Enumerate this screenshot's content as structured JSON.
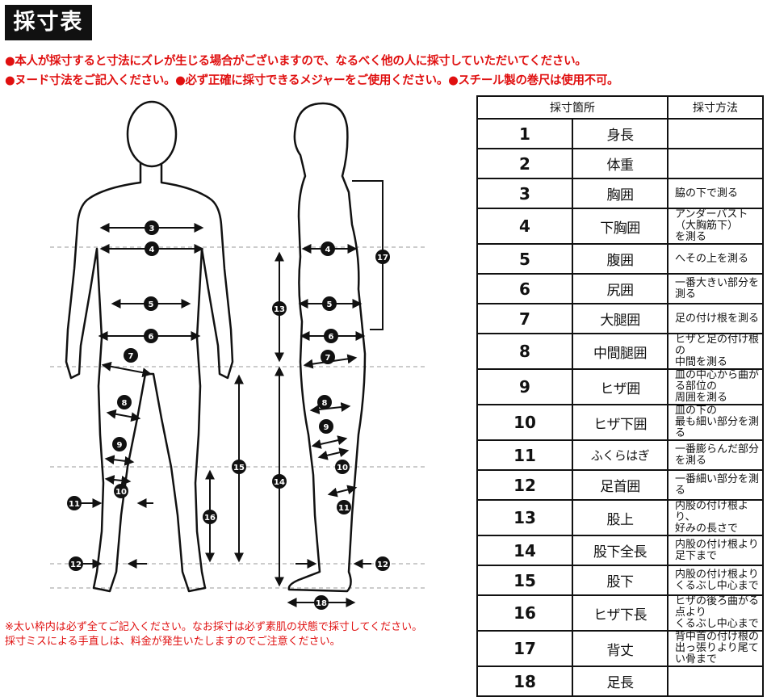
{
  "title": "採寸表",
  "notes": [
    "●本人が採寸すると寸法にズレが生じる場合がございますので、なるべく他の人に採寸していただいてください。",
    "●ヌード寸法をご記入ください。●必ず正確に採寸できるメジャーをご使用ください。●スチール製の巻尺は使用不可。"
  ],
  "table": {
    "headers": {
      "location": "採寸箇所",
      "method": "採寸方法"
    },
    "rows": [
      {
        "num": "1",
        "location": "身長",
        "method": ""
      },
      {
        "num": "2",
        "location": "体重",
        "method": ""
      },
      {
        "num": "3",
        "location": "胸囲",
        "method": "脇の下で測る"
      },
      {
        "num": "4",
        "location": "下胸囲",
        "method": "アンダーバスト（大胸筋下）\nを測る"
      },
      {
        "num": "5",
        "location": "腹囲",
        "method": "へその上を測る"
      },
      {
        "num": "6",
        "location": "尻囲",
        "method": "一番大きい部分を測る"
      },
      {
        "num": "7",
        "location": "大腿囲",
        "method": "足の付け根を測る"
      },
      {
        "num": "8",
        "location": "中間腿囲",
        "method": "ヒザと足の付け根の\n中間を測る"
      },
      {
        "num": "9",
        "location": "ヒザ囲",
        "method": "皿の中心から曲がる部位の\n周囲を測る"
      },
      {
        "num": "10",
        "location": "ヒザ下囲",
        "method": "皿の下の\n最も細い部分を測る"
      },
      {
        "num": "11",
        "location": "ふくらはぎ",
        "method": "一番膨らんだ部分を測る"
      },
      {
        "num": "12",
        "location": "足首囲",
        "method": "一番細い部分を測る"
      },
      {
        "num": "13",
        "location": "股上",
        "method": "内股の付け根より、\n好みの長さで"
      },
      {
        "num": "14",
        "location": "股下全長",
        "method": "内股の付け根より足下まで"
      },
      {
        "num": "15",
        "location": "股下",
        "method": "内股の付け根より\nくるぶし中心まで"
      },
      {
        "num": "16",
        "location": "ヒザ下長",
        "method": "ヒザの後ろ曲がる点より\nくるぶし中心まで"
      },
      {
        "num": "17",
        "location": "背丈",
        "method": "背中首の付け根の\n出っ張りより尾てい骨まで"
      },
      {
        "num": "18",
        "location": "足長",
        "method": ""
      }
    ]
  },
  "footer": [
    "※太い枠内は必ず全てご記入ください。なお採寸は必ず素肌の状態で採寸してください。",
    "採寸ミスによる手直しは、料金が発生いたしますのでご注意ください。"
  ],
  "figure": {
    "front_badges": [
      "3",
      "4",
      "5",
      "6",
      "7",
      "8",
      "9",
      "10",
      "11",
      "12",
      "15",
      "16"
    ],
    "side_badges": [
      "4",
      "5",
      "6",
      "7",
      "8",
      "9",
      "10",
      "11",
      "12",
      "13",
      "14",
      "17",
      "18"
    ]
  }
}
